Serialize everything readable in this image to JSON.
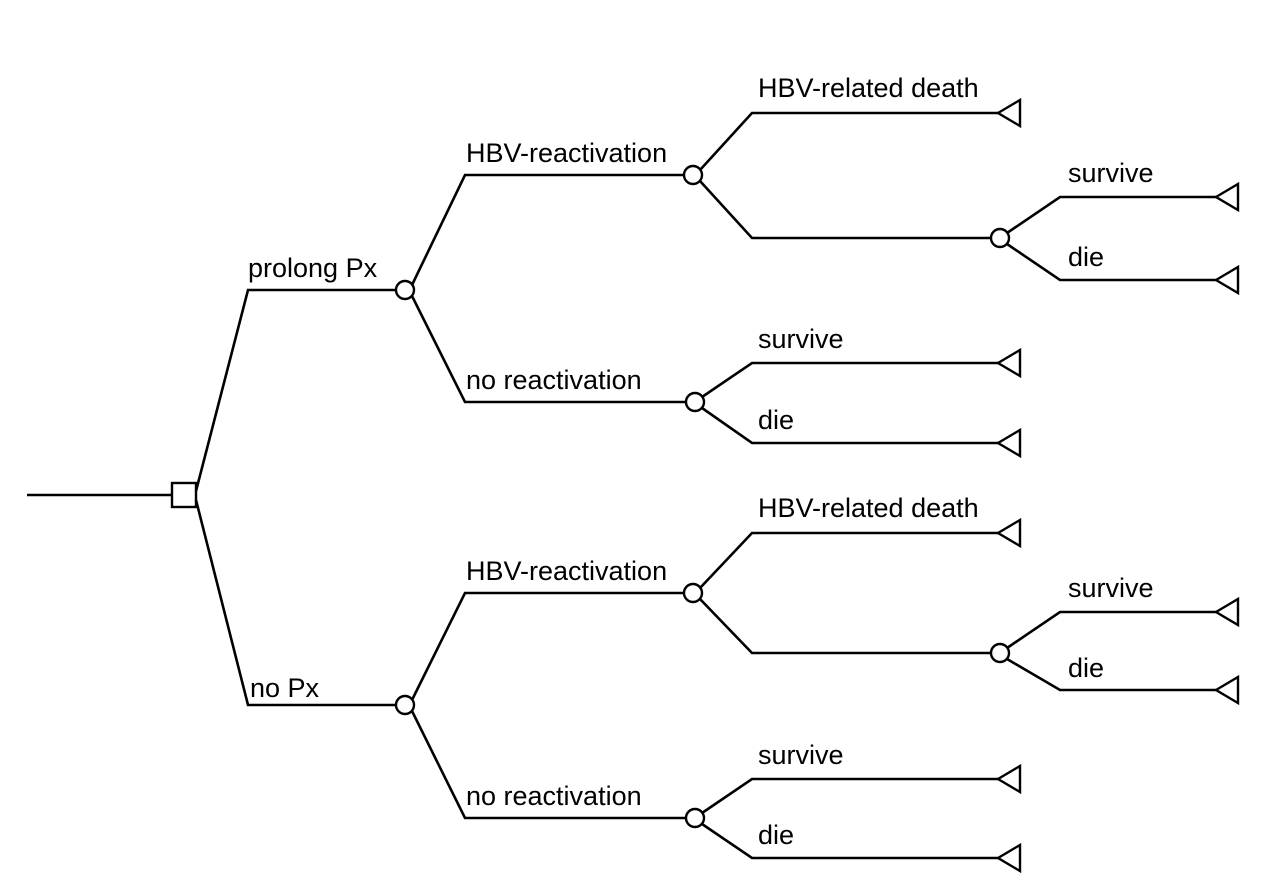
{
  "diagram": {
    "type": "decision-tree",
    "title": "",
    "background_color": "#ffffff",
    "line_color": "#000000",
    "text_color": "#000000",
    "node_shapes": {
      "decision": "square",
      "chance": "circle",
      "terminal": "left-pointing-triangle"
    },
    "labels": {
      "prolong_px": "prolong Px",
      "no_px": "no Px",
      "hbv_reactivation_top": "HBV-reactivation",
      "no_reactivation_top": "no reactivation",
      "hbv_reactivation_bottom": "HBV-reactivation",
      "no_reactivation_bottom": "no reactivation",
      "hbv_related_death_top": "HBV-related death",
      "hbv_related_death_bottom": "HBV-related death",
      "survive_1": "survive",
      "die_1": "die",
      "survive_2": "survive",
      "die_2": "die",
      "survive_3": "survive",
      "die_3": "die",
      "survive_4": "survive",
      "die_4": "die"
    },
    "structure": {
      "root": {
        "name": "root-decision-node",
        "shape": "square",
        "branches": [
          {
            "label": "prolong Px",
            "child": {
              "name": "prolong-px-chance-node",
              "shape": "circle",
              "branches": [
                {
                  "label": "HBV-reactivation",
                  "child": {
                    "name": "hbv-reactivation-chance-node-top",
                    "shape": "circle",
                    "branches": [
                      {
                        "label": "HBV-related death",
                        "child": {
                          "shape": "terminal"
                        }
                      },
                      {
                        "label": "",
                        "child": {
                          "name": "post-reactivation-chance-node-top",
                          "shape": "circle",
                          "branches": [
                            {
                              "label": "survive",
                              "child": {
                                "shape": "terminal"
                              }
                            },
                            {
                              "label": "die",
                              "child": {
                                "shape": "terminal"
                              }
                            }
                          ]
                        }
                      }
                    ]
                  }
                },
                {
                  "label": "no reactivation",
                  "child": {
                    "name": "no-reactivation-chance-node-top",
                    "shape": "circle",
                    "branches": [
                      {
                        "label": "survive",
                        "child": {
                          "shape": "terminal"
                        }
                      },
                      {
                        "label": "die",
                        "child": {
                          "shape": "terminal"
                        }
                      }
                    ]
                  }
                }
              ]
            }
          },
          {
            "label": "no Px",
            "child": {
              "name": "no-px-chance-node",
              "shape": "circle",
              "branches": [
                {
                  "label": "HBV-reactivation",
                  "child": {
                    "name": "hbv-reactivation-chance-node-bottom",
                    "shape": "circle",
                    "branches": [
                      {
                        "label": "HBV-related death",
                        "child": {
                          "shape": "terminal"
                        }
                      },
                      {
                        "label": "",
                        "child": {
                          "name": "post-reactivation-chance-node-bottom",
                          "shape": "circle",
                          "branches": [
                            {
                              "label": "survive",
                              "child": {
                                "shape": "terminal"
                              }
                            },
                            {
                              "label": "die",
                              "child": {
                                "shape": "terminal"
                              }
                            }
                          ]
                        }
                      }
                    ]
                  }
                },
                {
                  "label": "no reactivation",
                  "child": {
                    "name": "no-reactivation-chance-node-bottom",
                    "shape": "circle",
                    "branches": [
                      {
                        "label": "survive",
                        "child": {
                          "shape": "terminal"
                        }
                      },
                      {
                        "label": "die",
                        "child": {
                          "shape": "terminal"
                        }
                      }
                    ]
                  }
                }
              ]
            }
          }
        ]
      }
    }
  }
}
